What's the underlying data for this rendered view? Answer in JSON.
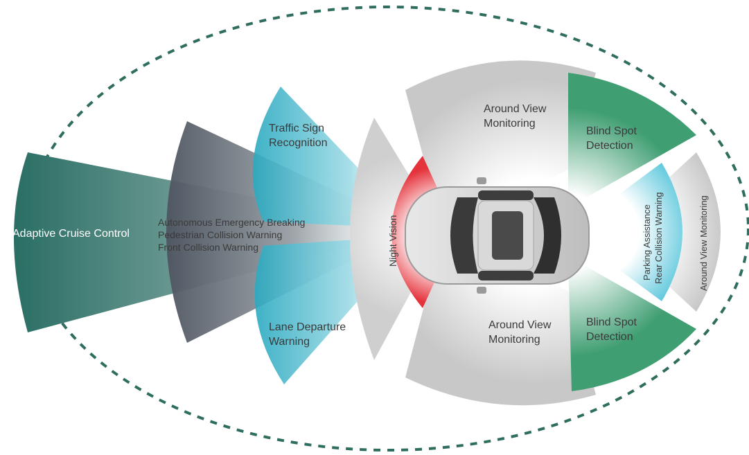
{
  "diagram": {
    "zones": [
      {
        "id": "acc",
        "label": "Adaptive Cruise Control"
      },
      {
        "id": "aeb",
        "lines": [
          "Autonomous Emergency Breaking",
          "Pedestrian Collision Warning",
          "Front Collision Warning"
        ]
      },
      {
        "id": "tsr",
        "lines": [
          "Traffic Sign",
          "Recognition"
        ]
      },
      {
        "id": "ldw",
        "lines": [
          "Lane Departure",
          "Warning"
        ]
      },
      {
        "id": "nv",
        "label": "Night Vision"
      },
      {
        "id": "avm_top",
        "lines": [
          "Around View",
          "Monitoring"
        ]
      },
      {
        "id": "avm_bottom",
        "lines": [
          "Around View",
          "Monitoring"
        ]
      },
      {
        "id": "bsd_top",
        "lines": [
          "Blind Spot",
          "Detection"
        ]
      },
      {
        "id": "bsd_bottom",
        "lines": [
          "Blind Spot",
          "Detection"
        ]
      },
      {
        "id": "pa",
        "lines": [
          "Parking Assistance",
          "Rear Collision Warning"
        ]
      },
      {
        "id": "avm_rear",
        "label": "Around View Monitoring"
      }
    ],
    "colors": {
      "acc": "#2a6e64",
      "aeb": "#4e5560",
      "tsr": "#2aa9c0",
      "night_vision": "#e5333c",
      "gray_zone": "#c9c9c9",
      "bsd": "#3f9e72",
      "parking": "#5cc7dc",
      "ellipse": "#2f6e5e"
    }
  }
}
